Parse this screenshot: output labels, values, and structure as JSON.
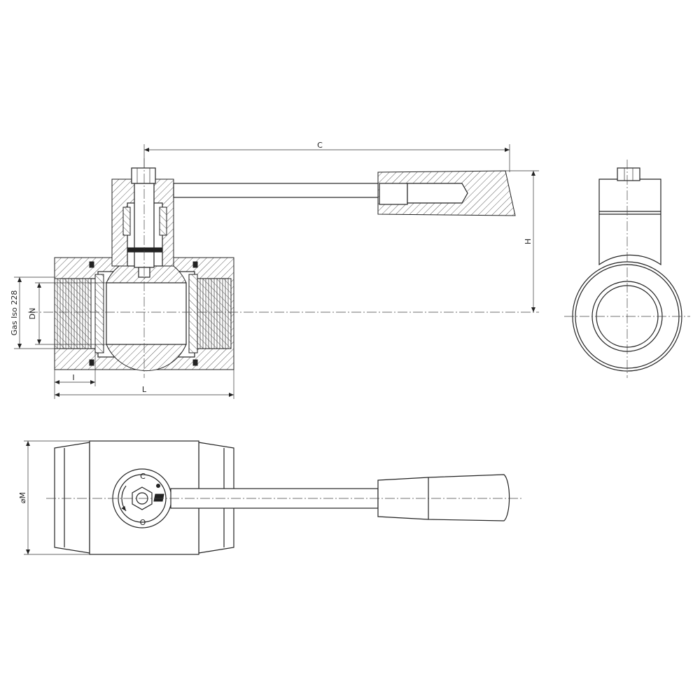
{
  "dimensions": {
    "C": "C",
    "H": "H",
    "L": "L",
    "I": "I",
    "DN": "DN",
    "gas_thread": "Gas  Iso  228",
    "diameter_M": "⌀M"
  },
  "handle_markings": {
    "open": "O",
    "closed": "C"
  },
  "colors": {
    "line": "#222222",
    "background": "#ffffff"
  }
}
